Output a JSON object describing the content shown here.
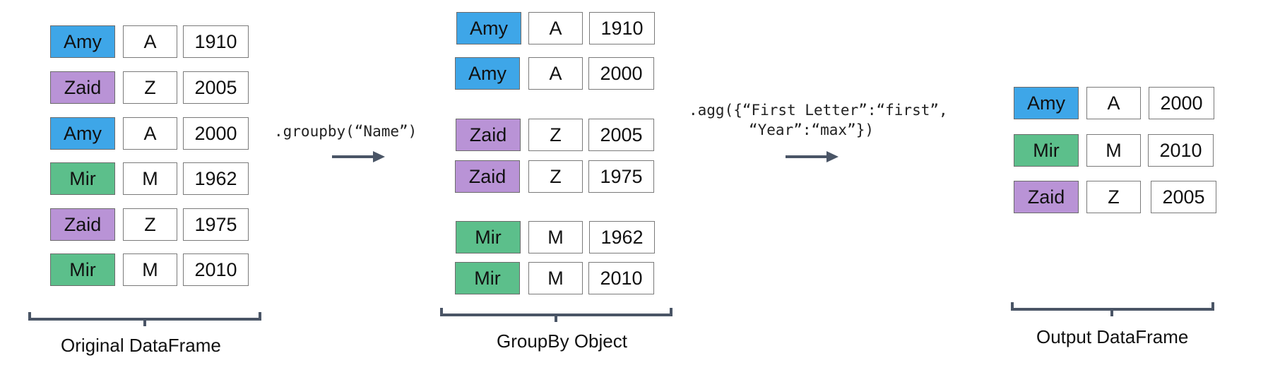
{
  "colors": {
    "Amy": "#3ea6e8",
    "Zaid": "#b993d6",
    "Mir": "#5cbf8b",
    "arrow": "#4a5566",
    "bracket": "#4a5566"
  },
  "original": {
    "label": "Original DataFrame",
    "rows": [
      {
        "name": "Amy",
        "letter": "A",
        "year": "1910"
      },
      {
        "name": "Zaid",
        "letter": "Z",
        "year": "2005"
      },
      {
        "name": "Amy",
        "letter": "A",
        "year": "2000"
      },
      {
        "name": "Mir",
        "letter": "M",
        "year": "1962"
      },
      {
        "name": "Zaid",
        "letter": "Z",
        "year": "1975"
      },
      {
        "name": "Mir",
        "letter": "M",
        "year": "2010"
      }
    ]
  },
  "groupby_code": ".groupby(“Name”)",
  "grouped": {
    "label": "GroupBy Object",
    "rows": [
      {
        "name": "Amy",
        "letter": "A",
        "year": "1910"
      },
      {
        "name": "Amy",
        "letter": "A",
        "year": "2000"
      },
      {
        "name": "Zaid",
        "letter": "Z",
        "year": "2005"
      },
      {
        "name": "Zaid",
        "letter": "Z",
        "year": "1975"
      },
      {
        "name": "Mir",
        "letter": "M",
        "year": "1962"
      },
      {
        "name": "Mir",
        "letter": "M",
        "year": "2010"
      }
    ]
  },
  "agg_code": {
    "line1": ".agg({“First Letter”:“first”,",
    "line2": "“Year”:“max”})"
  },
  "output": {
    "label": "Output DataFrame",
    "rows": [
      {
        "name": "Amy",
        "letter": "A",
        "year": "2000"
      },
      {
        "name": "Mir",
        "letter": "M",
        "year": "2010"
      },
      {
        "name": "Zaid",
        "letter": "Z",
        "year": "2005"
      }
    ]
  }
}
